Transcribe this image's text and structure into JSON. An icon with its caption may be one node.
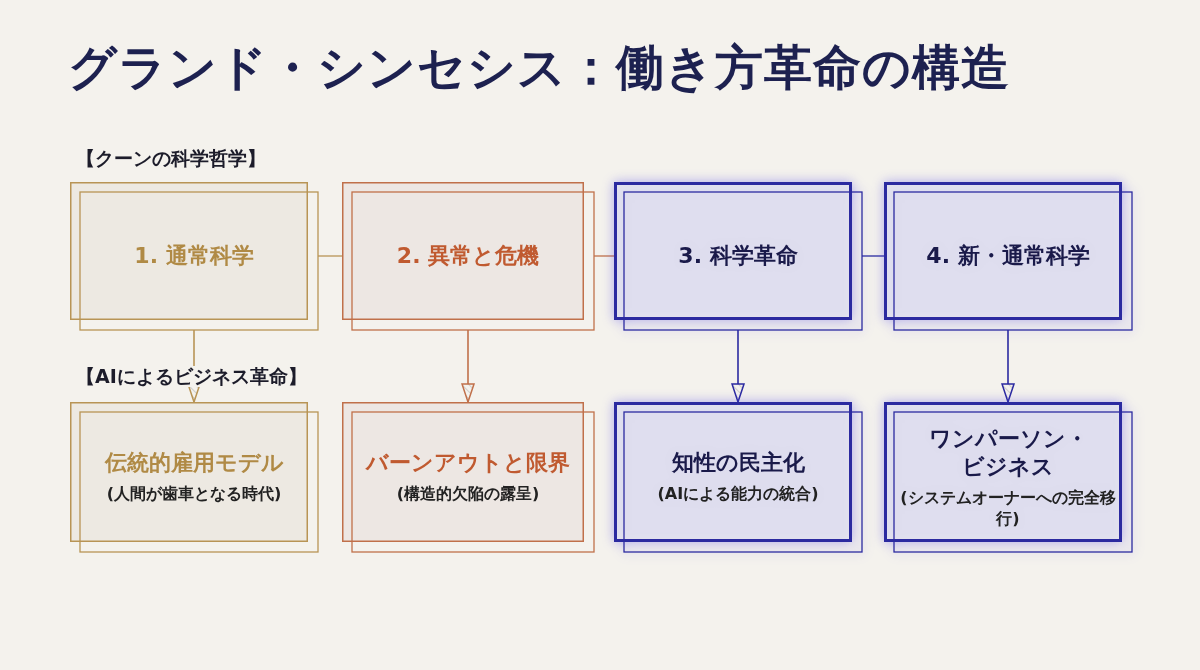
{
  "diagram": {
    "title": "グランド・シンセシス：働き方革命の構造",
    "nodes": [
      {
        "text": [
          "1. 通常科学"
        ]
      },
      {
        "text": [
          "2. 異常と危機"
        ]
      },
      {
        "text": [
          "3. 科学革命"
        ]
      },
      {
        "text": [
          "4. 新・通常科学"
        ]
      },
      {
        "text": [
          "伝統的雇用モデル",
          "(人間が歯車となる時代)"
        ]
      },
      {
        "text": [
          "バーンアウトと限界",
          "(構造的欠陥の露呈)"
        ]
      },
      {
        "text": [
          "知性の民主化",
          "(AIによる能力の統合)"
        ]
      },
      {
        "text": [
          "ワンパーソン・ビジネス",
          "(システムオーナーへの完全移行)"
        ]
      }
    ],
    "edges": [
      {
        "from": 0,
        "to": 1,
        "arrow": "none",
        "color": "#b89455"
      },
      {
        "from": 1,
        "to": 2,
        "arrow": "none",
        "color": "#c0704a"
      },
      {
        "from": 2,
        "to": 3,
        "arrow": "none"
      },
      {
        "from": 0,
        "to": 4,
        "arrow": "to",
        "color": "#b89455"
      },
      {
        "from": 1,
        "to": 5,
        "arrow": "to",
        "color": "#c0704a"
      },
      {
        "from": 2,
        "to": 6,
        "arrow": "to"
      },
      {
        "from": 3,
        "to": 7,
        "arrow": "to"
      }
    ],
    "labels": [
      "【クーンの科学哲学】",
      "【AIによるビジネス革命】"
    ]
  }
}
